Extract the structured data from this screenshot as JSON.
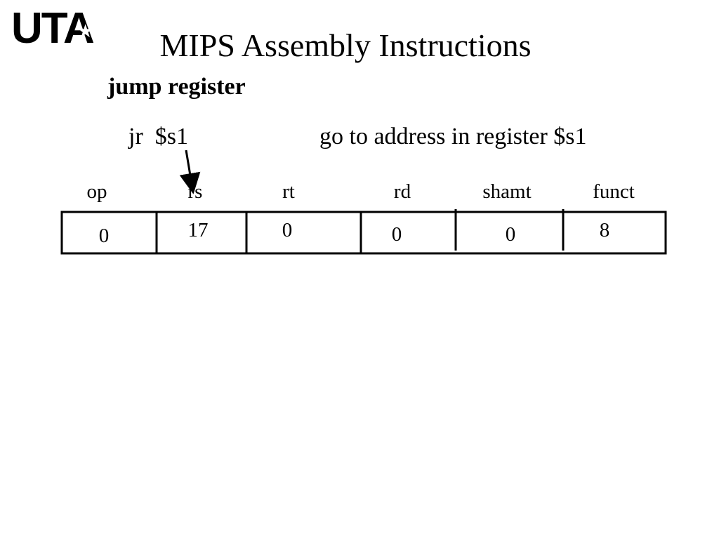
{
  "logo": {
    "text": "UTA",
    "star": "★"
  },
  "slide": {
    "title": "MIPS Assembly Instructions",
    "subtitle": "jump register",
    "instruction": {
      "code": "jr  $s1",
      "description": "go to address in register $s1"
    }
  },
  "instruction_format": {
    "fields": [
      {
        "name": "op",
        "value": "0"
      },
      {
        "name": "rs",
        "value": "17"
      },
      {
        "name": "rt",
        "value": "0"
      },
      {
        "name": "rd",
        "value": "0"
      },
      {
        "name": "shamt",
        "value": "0"
      },
      {
        "name": "funct",
        "value": "8"
      }
    ]
  }
}
